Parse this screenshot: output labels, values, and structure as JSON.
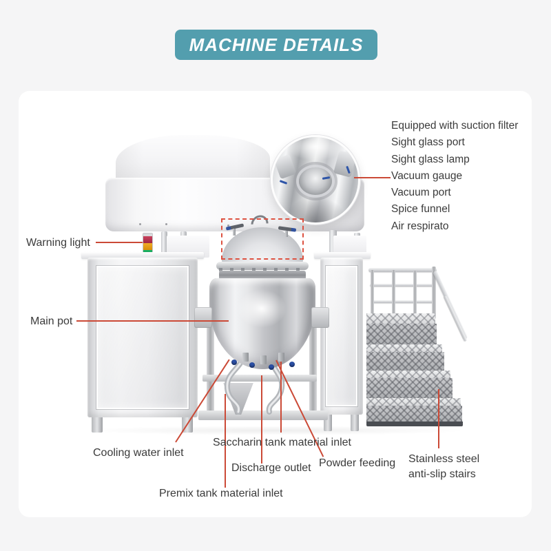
{
  "banner": {
    "title": "MACHINE DETAILS"
  },
  "colors": {
    "accent_teal": "#539eae",
    "leader_red": "#cb4936",
    "label_text": "#3b3b3b",
    "background": "#f5f5f6",
    "card": "#ffffff",
    "warning_red": "#b23c50",
    "warning_amber": "#e9a11b",
    "warning_green": "#14a35a",
    "valve_blue": "#2b4fa5"
  },
  "labels": {
    "right_column": [
      "Equipped with suction filter",
      "Sight glass port",
      "Sight glass lamp",
      "Vacuum gauge",
      "Vacuum port",
      "Spice funnel",
      "Air respirato"
    ],
    "warning_light": "Warning light",
    "main_pot": "Main pot",
    "cooling_water_inlet": "Cooling water inlet",
    "saccharin_inlet": "Saccharin tank material inlet",
    "discharge_outlet": "Discharge outlet",
    "powder_feeding": "Powder feeding",
    "premix_inlet": "Premix tank material inlet",
    "stairs_line1": "Stainless steel",
    "stairs_line2": "anti-slip stairs"
  }
}
